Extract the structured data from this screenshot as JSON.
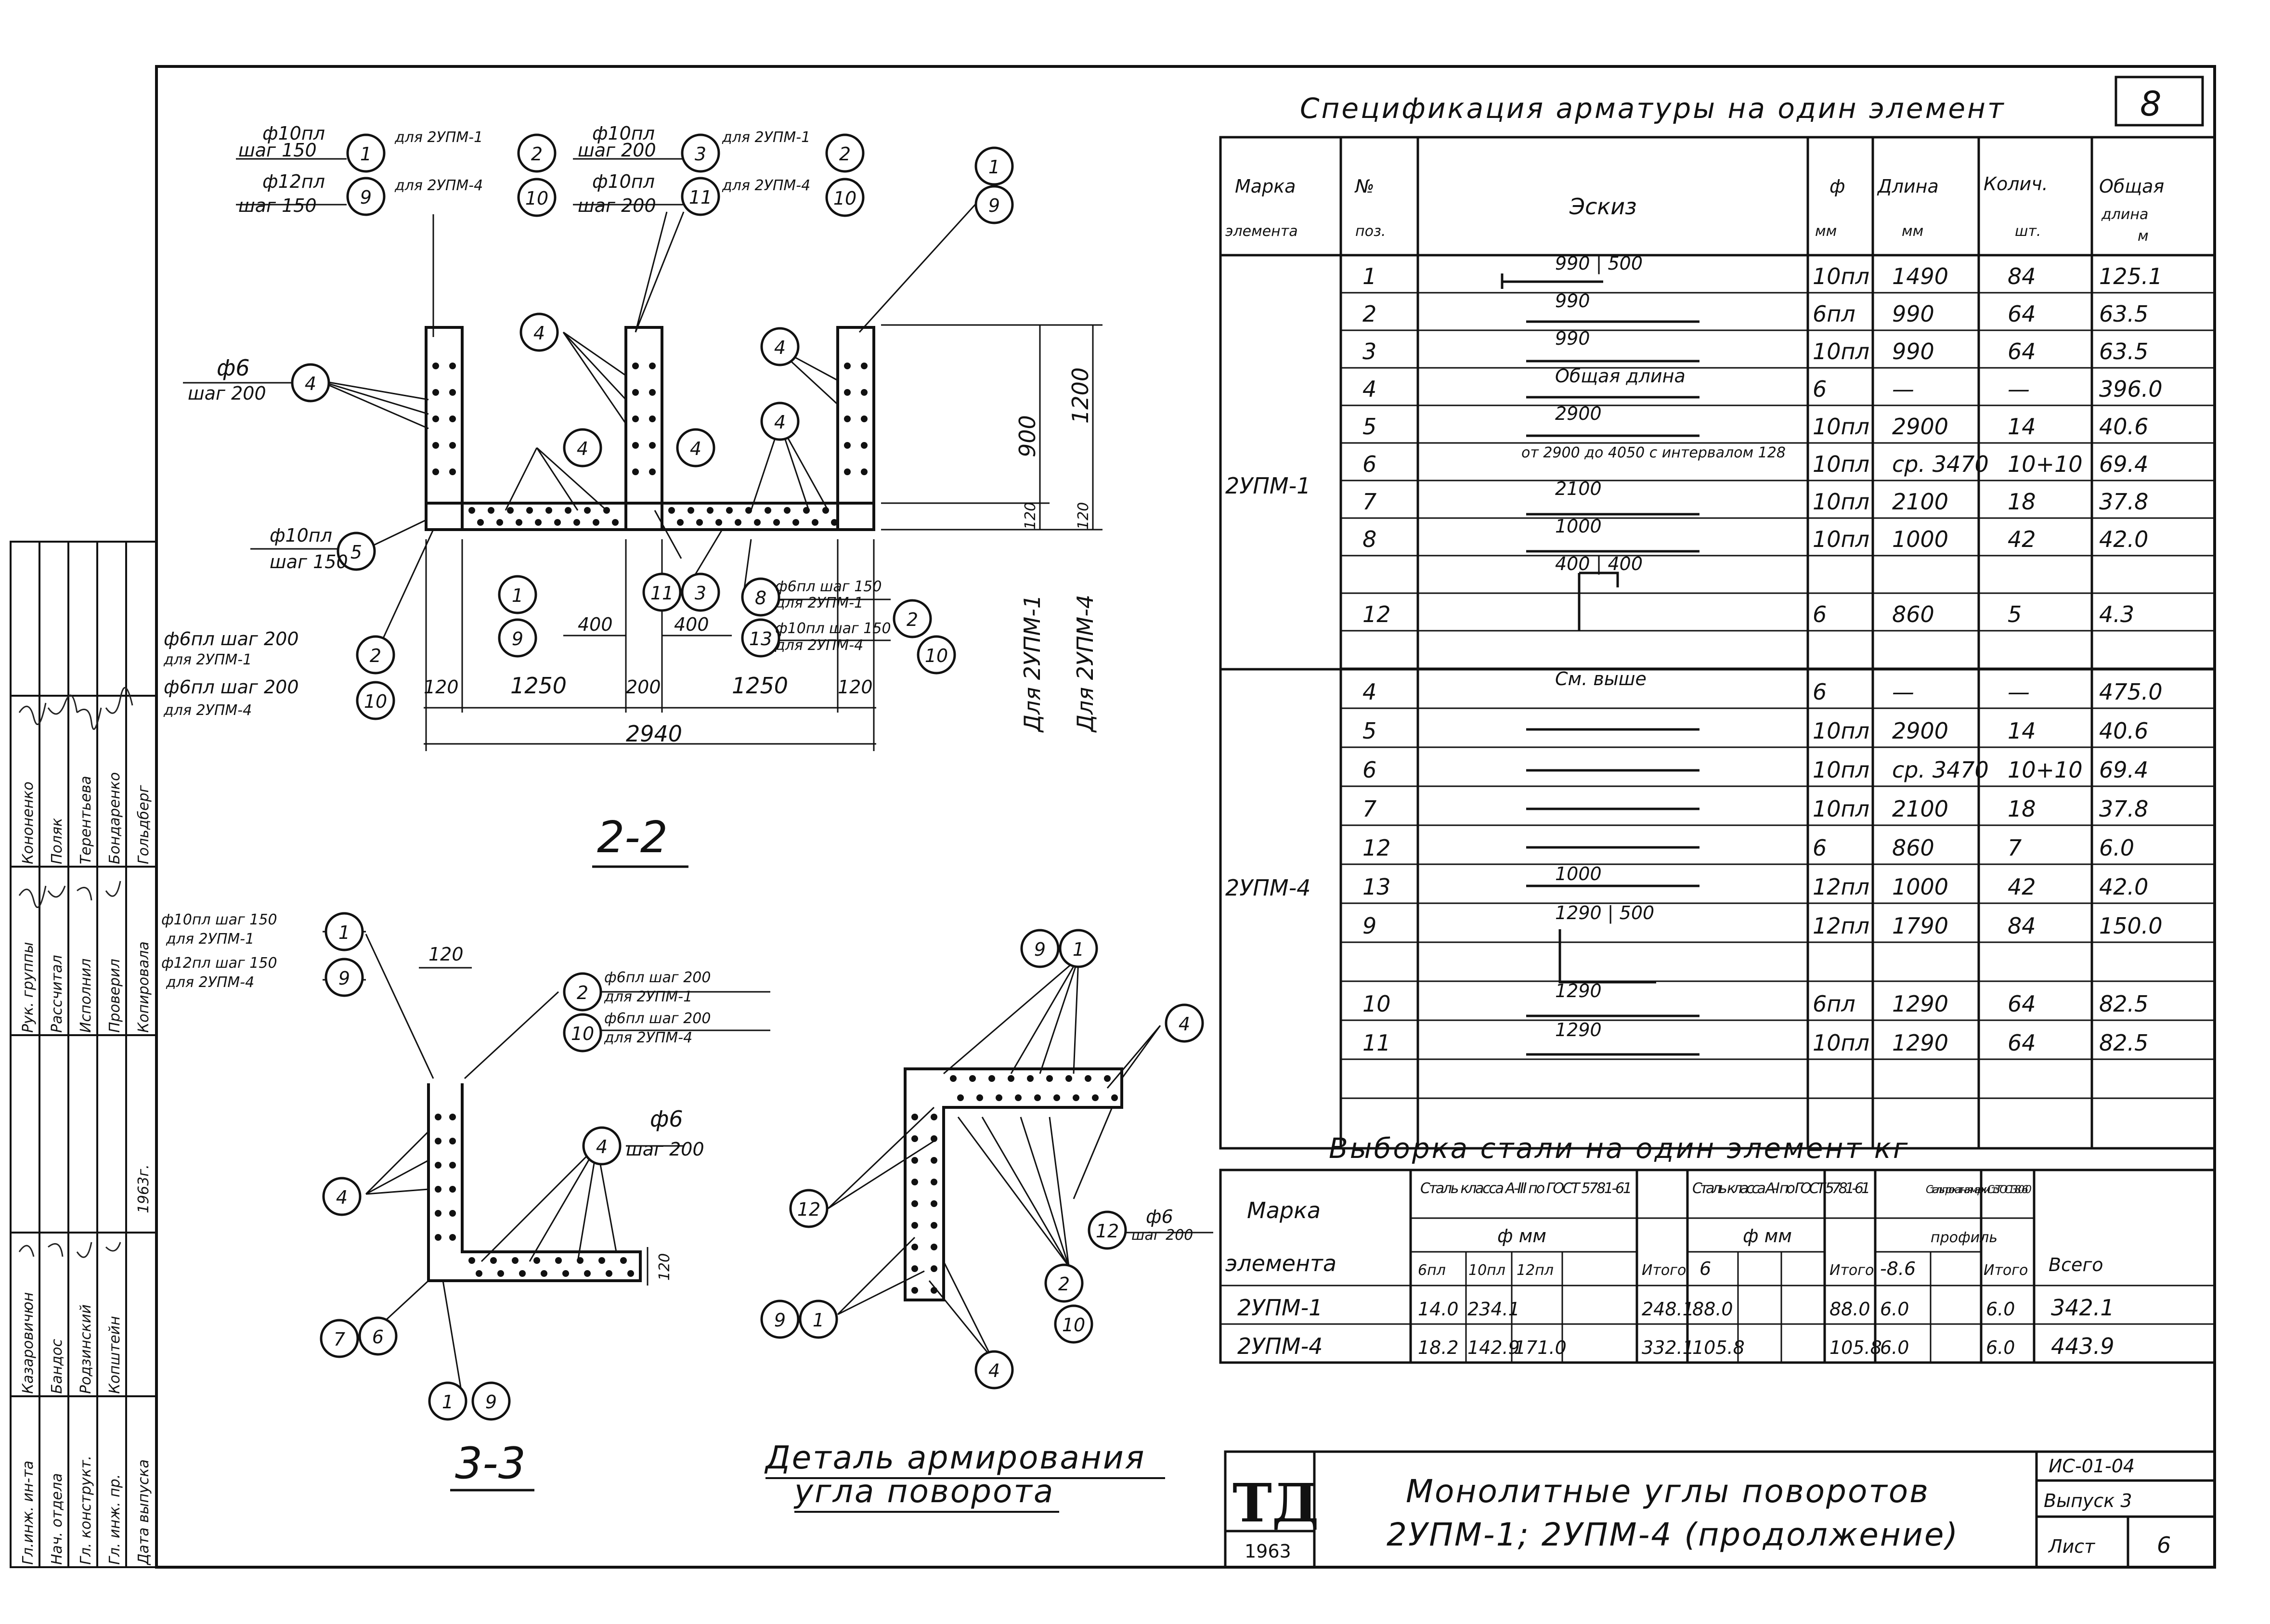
{
  "sheet_number_top": "8",
  "spec": {
    "title": "Спецификация арматуры на один элемент",
    "headers": {
      "mark": "Марка элемента",
      "pos": "№ поз.",
      "sketch": "Эскиз",
      "dia": "ф мм",
      "len": "Длина мм",
      "qty": "Колич. шт.",
      "total": "Общая длина м"
    },
    "groups": [
      {
        "mark": "2УПМ-1",
        "rows": [
          {
            "pos": "1",
            "sketch": "990 | 500",
            "dia": "10пл",
            "len": "1490",
            "qty": "84",
            "total": "125.1"
          },
          {
            "pos": "2",
            "sketch": "990",
            "dia": "6пл",
            "len": "990",
            "qty": "64",
            "total": "63.5"
          },
          {
            "pos": "3",
            "sketch": "990",
            "dia": "10пл",
            "len": "990",
            "qty": "64",
            "total": "63.5"
          },
          {
            "pos": "4",
            "sketch": "Общая длина",
            "dia": "6",
            "len": "—",
            "qty": "—",
            "total": "396.0"
          },
          {
            "pos": "5",
            "sketch": "2900",
            "dia": "10пл",
            "len": "2900",
            "qty": "14",
            "total": "40.6"
          },
          {
            "pos": "6",
            "sketch": "от 2900 до 4050 с интервалом 128",
            "dia": "10пл",
            "len": "ср. 3470",
            "qty": "10+10",
            "total": "69.4"
          },
          {
            "pos": "7",
            "sketch": "2100",
            "dia": "10пл",
            "len": "2100",
            "qty": "18",
            "total": "37.8"
          },
          {
            "pos": "8",
            "sketch": "1000",
            "dia": "10пл",
            "len": "1000",
            "qty": "42",
            "total": "42.0"
          },
          {
            "pos": "",
            "sketch": "400 | 400",
            "dia": "",
            "len": "",
            "qty": "",
            "total": ""
          },
          {
            "pos": "12",
            "sketch": "",
            "dia": "6",
            "len": "860",
            "qty": "5",
            "total": "4.3"
          },
          {
            "pos": "",
            "sketch": "",
            "dia": "",
            "len": "",
            "qty": "",
            "total": ""
          }
        ]
      },
      {
        "mark": "2УПМ-4",
        "rows": [
          {
            "pos": "4",
            "sketch": "См. выше",
            "dia": "6",
            "len": "—",
            "qty": "—",
            "total": "475.0"
          },
          {
            "pos": "5",
            "sketch": "",
            "dia": "10пл",
            "len": "2900",
            "qty": "14",
            "total": "40.6"
          },
          {
            "pos": "6",
            "sketch": "",
            "dia": "10пл",
            "len": "ср. 3470",
            "qty": "10+10",
            "total": "69.4"
          },
          {
            "pos": "7",
            "sketch": "",
            "dia": "10пл",
            "len": "2100",
            "qty": "18",
            "total": "37.8"
          },
          {
            "pos": "12",
            "sketch": "",
            "dia": "6",
            "len": "860",
            "qty": "7",
            "total": "6.0"
          },
          {
            "pos": "13",
            "sketch": "1000",
            "dia": "12пл",
            "len": "1000",
            "qty": "42",
            "total": "42.0"
          },
          {
            "pos": "9",
            "sketch": "1290 | 500",
            "dia": "12пл",
            "len": "1790",
            "qty": "84",
            "total": "150.0"
          },
          {
            "pos": "",
            "sketch": "",
            "dia": "",
            "len": "",
            "qty": "",
            "total": ""
          },
          {
            "pos": "10",
            "sketch": "1290",
            "dia": "6пл",
            "len": "1290",
            "qty": "64",
            "total": "82.5"
          },
          {
            "pos": "11",
            "sketch": "1290",
            "dia": "10пл",
            "len": "1290",
            "qty": "64",
            "total": "82.5"
          },
          {
            "pos": "",
            "sketch": "",
            "dia": "",
            "len": "",
            "qty": "",
            "total": ""
          }
        ]
      }
    ]
  },
  "steel": {
    "title": "Выборка стали на один элемент кг",
    "mark_header": "Марка элемента",
    "class_a3": "Сталь класса А-III по ГОСТ 5781-61",
    "class_a1": "Сталь класса А-I по ГОСТ 5781-61",
    "profile_class": "Сталь прокатная марки Ст.3 ГОСТ 380-60",
    "dia_label": "ф мм",
    "profile_label": "профиль",
    "itogo": "Итого",
    "vsego": "Всего",
    "sub_a3": [
      "6пл",
      "10пл",
      "12пл"
    ],
    "sub_a1": [
      "6"
    ],
    "sub_prof": [
      "-8.6"
    ],
    "rows": [
      {
        "mark": "2УПМ-1",
        "a3": [
          "14.0",
          "234.1",
          ""
        ],
        "a3_total": "248.1",
        "a1": [
          "88.0"
        ],
        "a1_total": "88.0",
        "prof": [
          "6.0"
        ],
        "prof_total": "6.0",
        "total": "342.1"
      },
      {
        "mark": "2УПМ-4",
        "a3": [
          "18.2",
          "142.9",
          "171.0"
        ],
        "a3_total": "332.1",
        "a1": [
          "105.8"
        ],
        "a1_total": "105.8",
        "prof": [
          "6.0"
        ],
        "prof_total": "6.0",
        "total": "443.9"
      }
    ]
  },
  "title_block": {
    "logo": "ТД",
    "year": "1963",
    "title_line1": "Монолитные углы поворотов",
    "title_line2": "2УПМ-1; 2УПМ-4 (продолжение)",
    "code": "ИС-01-04",
    "issue": "Выпуск 3",
    "sheet_label": "Лист",
    "sheet_no": "6"
  },
  "stamp": {
    "col_roles": [
      "Гл.инж. ин-та",
      "Нач. отдела",
      "Гл. конструкт.",
      "Гл. инж. пр.",
      "Дата выпуска"
    ],
    "col_names": [
      "Казаровичюн",
      "Бандос",
      "Родзинский",
      "Копштейн",
      ""
    ],
    "roles2": [
      "Рук. группы",
      "Рассчитал",
      "Исполнил",
      "Проверил",
      "Копировала"
    ],
    "names2": [
      "Кононенко",
      "Поляк",
      "Терентьева",
      "Бондаренко",
      "Гольдберг"
    ],
    "date": "1963г."
  },
  "section_22": {
    "title": "2-2",
    "callouts_top": [
      {
        "text": "ф10пл",
        "sub": "шаг 150",
        "circ": "1",
        "note": "для 2УПМ-1",
        "circ2": "2"
      },
      {
        "text": "ф12пл",
        "sub": "шаг 150",
        "circ": "9",
        "note": "для 2УПМ-4",
        "circ2": "10"
      },
      {
        "text": "ф10пл",
        "sub": "шаг 200",
        "circ": "3",
        "note": "для 2УПМ-1",
        "circ2": "2"
      },
      {
        "text": "ф10пл",
        "sub": "шаг 200",
        "circ": "11",
        "note": "для 2УПМ-4",
        "circ2": "10"
      }
    ],
    "left_labels": [
      {
        "text": "ф6",
        "sub": "шаг 200",
        "circ": "4"
      },
      {
        "text": "ф10пл",
        "sub": "шаг 150",
        "circ": "5"
      },
      {
        "text": "ф6пл шаг 200",
        "sub": "для 2УПМ-1",
        "circ": "2"
      },
      {
        "text": "ф6пл шаг 200",
        "sub": "для 2УПМ-4",
        "circ": "10"
      }
    ],
    "bottom_right_labels": [
      {
        "text": "ф6пл шаг 150",
        "sub": "для 2УПМ-1",
        "circ": "2"
      },
      {
        "text": "ф10пл шаг 150",
        "sub": "для 2УПМ-4",
        "circ": "10"
      }
    ],
    "circles_mid": [
      "1",
      "9",
      "11",
      "3",
      "8",
      "13",
      "4",
      "4",
      "4",
      "4",
      "4",
      "1",
      "9"
    ],
    "dims": [
      "120",
      "1250",
      "200",
      "1250",
      "120",
      "2940",
      "400",
      "400",
      "900",
      "1200",
      "120",
      "120"
    ],
    "vert_notes": [
      "Для 2УПМ-1",
      "Для 2УПМ-4"
    ]
  },
  "section_33": {
    "title": "3-3",
    "labels": [
      {
        "text": "ф10пл шаг 150",
        "sub": "для 2УПМ-1",
        "circ": "1"
      },
      {
        "text": "ф12пл шаг 150",
        "sub": "для 2УПМ-4",
        "circ": "9"
      },
      {
        "text": "ф6пл шаг 200",
        "sub": "для 2УПМ-1",
        "circ": "2"
      },
      {
        "text": "ф6пл шаг 200",
        "sub": "для 2УПМ-4",
        "circ": "10"
      },
      {
        "text": "ф6",
        "sub": "шаг 200",
        "circ": "4"
      }
    ],
    "circles": [
      "4",
      "7",
      "6",
      "1",
      "9"
    ],
    "dims": [
      "120",
      "120"
    ]
  },
  "detail": {
    "title_line1": "Деталь армирования",
    "title_line2": "угла поворота",
    "circles": [
      "9",
      "1",
      "4",
      "12",
      "12",
      "9",
      "1",
      "2",
      "10",
      "4"
    ],
    "label": "ф6",
    "label_sub": "шаг 200"
  }
}
